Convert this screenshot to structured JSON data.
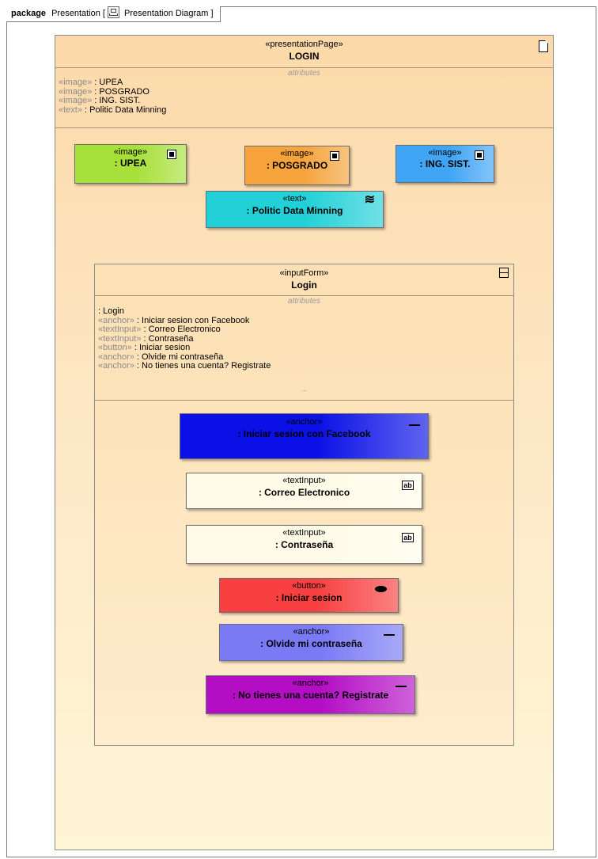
{
  "frame": {
    "keyword": "package",
    "name": "Presentation",
    "diagram_name": "Presentation Diagram"
  },
  "page": {
    "stereotype": "«presentationPage»",
    "name": "LOGIN",
    "attributes_title": "attributes",
    "attributes": [
      {
        "stereotype": "«image»",
        "text": " : UPEA"
      },
      {
        "stereotype": "«image»",
        "text": " : POSGRADO"
      },
      {
        "stereotype": "«image»",
        "text": " : ING. SIST."
      },
      {
        "stereotype": "«text»",
        "text": " : Politic Data Minning"
      }
    ],
    "elements": {
      "upea": {
        "stereotype": "«image»",
        "name": ": UPEA",
        "color": "#a8e03a"
      },
      "posgrado": {
        "stereotype": "«image»",
        "name": ": POSGRADO",
        "color": "#f5a33a"
      },
      "ingsist": {
        "stereotype": "«image»",
        "name": ": ING. SIST.",
        "color": "#41a5f5"
      },
      "politic": {
        "stereotype": "«text»",
        "name": ": Politic Data Minning",
        "color": "#22d0d8"
      }
    }
  },
  "form": {
    "stereotype": "«inputForm»",
    "name": "Login",
    "attributes_title": "attributes",
    "attributes": [
      {
        "stereotype": "",
        "text": ": Login"
      },
      {
        "stereotype": "«anchor»",
        "text": " : Iniciar sesion con Facebook"
      },
      {
        "stereotype": "«textInput»",
        "text": " : Correo Electronico"
      },
      {
        "stereotype": "«textInput»",
        "text": " : Contraseña"
      },
      {
        "stereotype": "«button»",
        "text": " : Iniciar sesion"
      },
      {
        "stereotype": "«anchor»",
        "text": " : Olvide mi contraseña"
      },
      {
        "stereotype": "«anchor»",
        "text": " : No tienes una cuenta? Registrate"
      }
    ],
    "ellipsis": "...",
    "elements": {
      "facebook": {
        "stereotype": "«anchor»",
        "name": ": Iniciar sesion con Facebook",
        "color": "#0a10e6"
      },
      "correo": {
        "stereotype": "«textInput»",
        "name": ": Correo Electronico",
        "color": "#fffbe8"
      },
      "contrasena": {
        "stereotype": "«textInput»",
        "name": ": Contraseña",
        "color": "#fffbe8"
      },
      "iniciar": {
        "stereotype": "«button»",
        "name": ": Iniciar sesion",
        "color": "#f84040"
      },
      "olvide": {
        "stereotype": "«anchor»",
        "name": ": Olvide mi contraseña",
        "color": "#7a7af5"
      },
      "registrate": {
        "stereotype": "«anchor»",
        "name": ": No tienes una cuenta? Registrate",
        "color": "#b40ec4"
      }
    },
    "text_input_icon": "ab"
  }
}
